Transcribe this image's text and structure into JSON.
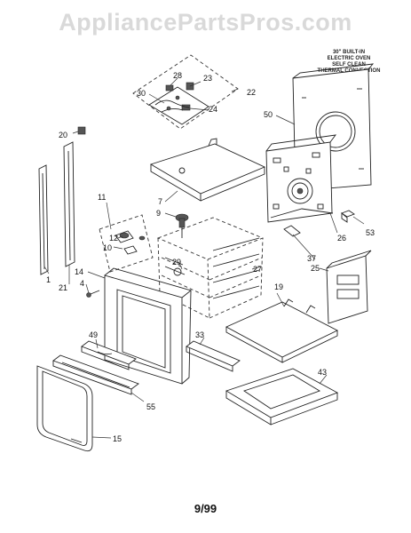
{
  "watermark": "AppliancePartsPros.com",
  "spec_label": [
    "30\" BUILT-IN",
    "ELECTRIC OVEN",
    "SELF CLEAN",
    "THERMAL CONVECTION"
  ],
  "date": "9/99",
  "callouts": {
    "c1": "1",
    "c4": "4",
    "c7": "7",
    "c9": "9",
    "c10": "10",
    "c11": "11",
    "c12": "12",
    "c14": "14",
    "c15": "15",
    "c19": "19",
    "c20": "20",
    "c21": "21",
    "c22": "22",
    "c23": "23",
    "c24": "24",
    "c25": "25",
    "c26": "26",
    "c27": "27",
    "c28": "28",
    "c29": "29",
    "c30": "30",
    "c33": "33",
    "c37": "37",
    "c43": "43",
    "c49": "49",
    "c50": "50",
    "c53": "53",
    "c55": "55"
  }
}
